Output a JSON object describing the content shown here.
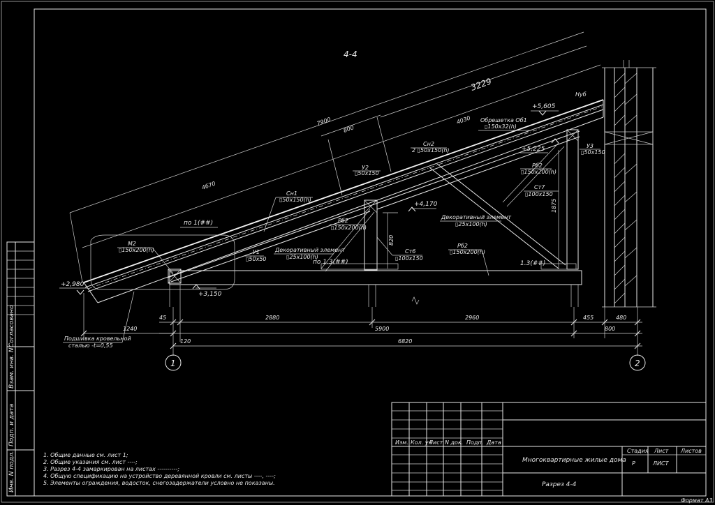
{
  "section_title": "4-4",
  "levels": {
    "l5605": "+5,605",
    "l5225": "+5,225",
    "l4170": "+4,170",
    "l3150": "+3,150",
    "l2980": "+2,980"
  },
  "dimensions": {
    "d3229": "3229",
    "d7900": "7900",
    "d4670": "4670",
    "d800a": "800",
    "d4030": "4030",
    "d2880": "2880",
    "d2960": "2960",
    "d455": "455",
    "d480": "480",
    "d45": "45",
    "d5900": "5900",
    "d800b": "800",
    "d1240": "1240",
    "d120": "120",
    "d6820": "6820",
    "d820": "820",
    "d1875": "1875"
  },
  "labels": {
    "nub": "Нуб",
    "obresh_name": "Обрешетка Об1",
    "obresh_size": "▯150x32(h)",
    "sn2_name": "Сн2",
    "sn2_size": "2 ▯50x150(h)",
    "u2_name": "У2",
    "u2_size": "▯50x150",
    "u3_name": "У3",
    "u3_size": "▯50x150",
    "rb2_right_name": "Рб2",
    "rb2_right_size": "▯150x200(h)",
    "st7_name": "Ст7",
    "st7_size": "▯100x150",
    "sn1_name": "Сн1",
    "sn1_size": "▯50x150(h)",
    "po1": "по 1(##)",
    "m2_name": "М2",
    "m2_size": "▯150x200(h)",
    "u1_name": "У1",
    "u1_size": "▯50x50",
    "rb2_mid_name": "Рб2",
    "rb2_mid_size": "▯150x200(h)",
    "dekor_mid_name": "Декоративный элемент",
    "dekor_mid_size": "▯25x100(h)",
    "dekor_right_name": "Декоративный элемент",
    "dekor_right_size": "▯25x100(h)",
    "st6_name": "Ст6",
    "st6_size": "▯100x150",
    "rb2_bot_name": "Рб2",
    "rb2_bot_size": "▯150x200(h)",
    "po13_left": "по 1.3(##)",
    "po13_right": "1.3(##)",
    "podshivka_1": "Подшивка кровельной",
    "podshivka_2": "сталью -t=0,55",
    "axis1": "1",
    "axis2": "2"
  },
  "side_stamp": {
    "soglasovano": "Согласовано",
    "vzam": "Взам. инв. N",
    "podp": "Подп. и дата",
    "inv": "Инв. N подл."
  },
  "notes": [
    "1.  Общие данные см. лист 1;",
    "2.  Общие указания см. лист ----;",
    "3.  Разрез 4-4 замаркирован на листах ----------;",
    "4.  Общую спецификацию на устройство деревянной кровли см. листы ----, ----;",
    "5.  Элементы ограждения, водосток, снегозадержатели условно не показаны."
  ],
  "title_block": {
    "cols": [
      "Изм.",
      "Кол. уч",
      "Лист",
      "N док.",
      "Подп.",
      "Дата"
    ],
    "project": "Многоквартирные жилые дома",
    "sheet_title": "Разрез 4-4",
    "stadia_h": "Стадия",
    "list_h": "Лист",
    "listov_h": "Листов",
    "stadia_v": "Р",
    "list_v": "ЛИСТ",
    "format": "Формат А3"
  }
}
